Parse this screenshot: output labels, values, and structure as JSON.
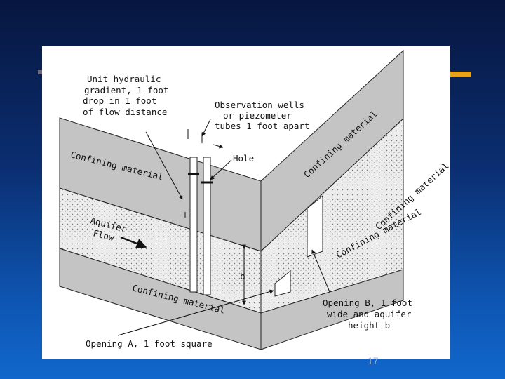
{
  "slide": {
    "number": "17"
  },
  "diagram": {
    "unit_gradient": [
      "Unit hydraulic",
      "gradient, 1-foot",
      "drop in 1 foot",
      "of flow distance"
    ],
    "observation_wells": [
      "Observation wells",
      "or piezometer",
      "tubes 1 foot apart"
    ],
    "hole": "Hole",
    "confining_top_left": "Confining material",
    "confining_top_right": "Confining material",
    "confining_right_middle": "Confining material",
    "confining_right_lower": "Confining material",
    "confining_bottom": "Confining material",
    "aquifer": "Aquifer",
    "flow": "Flow",
    "b": "b",
    "opening_b": [
      "Opening B, 1 foot",
      "wide and aquifer",
      "height b"
    ],
    "opening_a": "Opening A, 1 foot square"
  },
  "colors": {
    "accent_bar": "#e8a21a",
    "slide_number": "#8fb0e0"
  }
}
